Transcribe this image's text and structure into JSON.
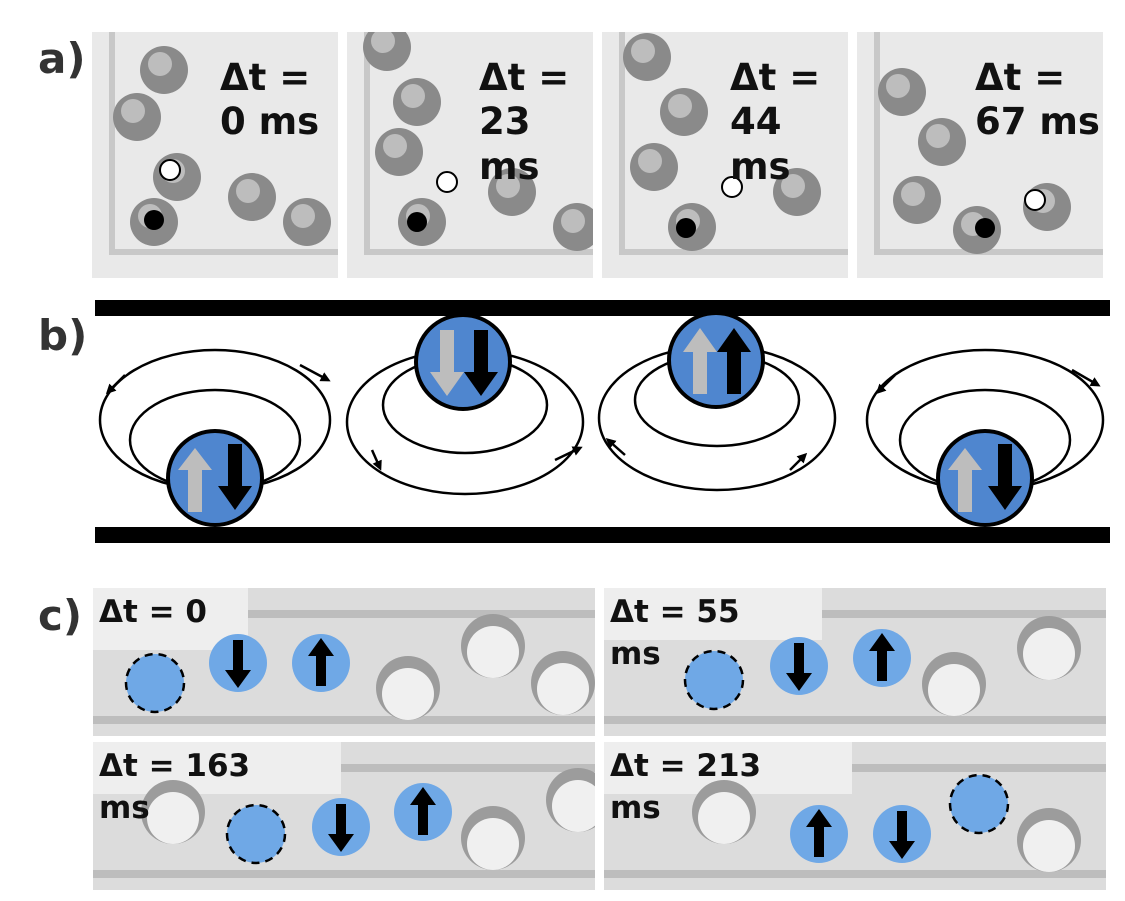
{
  "panel_labels": {
    "a": "a)",
    "b": "b)",
    "c": "c)"
  },
  "panel_a": {
    "frames": [
      {
        "time_label": "Δt =\n0 ms"
      },
      {
        "time_label": "Δt =\n23 ms"
      },
      {
        "time_label": "Δt =\n44 ms"
      },
      {
        "time_label": "Δt =\n67 ms"
      }
    ],
    "colors": {
      "background": "#e9e9e9",
      "wall": "#cfcfcf",
      "open_marker": "#ffffff",
      "filled_marker": "#000000"
    }
  },
  "panel_b": {
    "colors": {
      "droplet": "#4f86cf",
      "wall": "#000000",
      "gray_arrow": "#bdbdbd",
      "black_arrow": "#000000"
    },
    "dipoles": [
      {
        "arrows": [
          "up-gray",
          "down-black"
        ]
      },
      {
        "arrows": [
          "down-gray",
          "down-black"
        ]
      },
      {
        "arrows": [
          "up-gray",
          "up-black"
        ]
      },
      {
        "arrows": [
          "up-gray",
          "down-black"
        ]
      }
    ]
  },
  "panel_c": {
    "frames": [
      {
        "time_label": "Δt = 0"
      },
      {
        "time_label": "Δt = 55\nms"
      },
      {
        "time_label": "Δt = 163\nms"
      },
      {
        "time_label": "Δt = 213\nms"
      }
    ],
    "colors": {
      "channel": "#dcdcdc",
      "highlight": "#6fa8e6"
    }
  }
}
